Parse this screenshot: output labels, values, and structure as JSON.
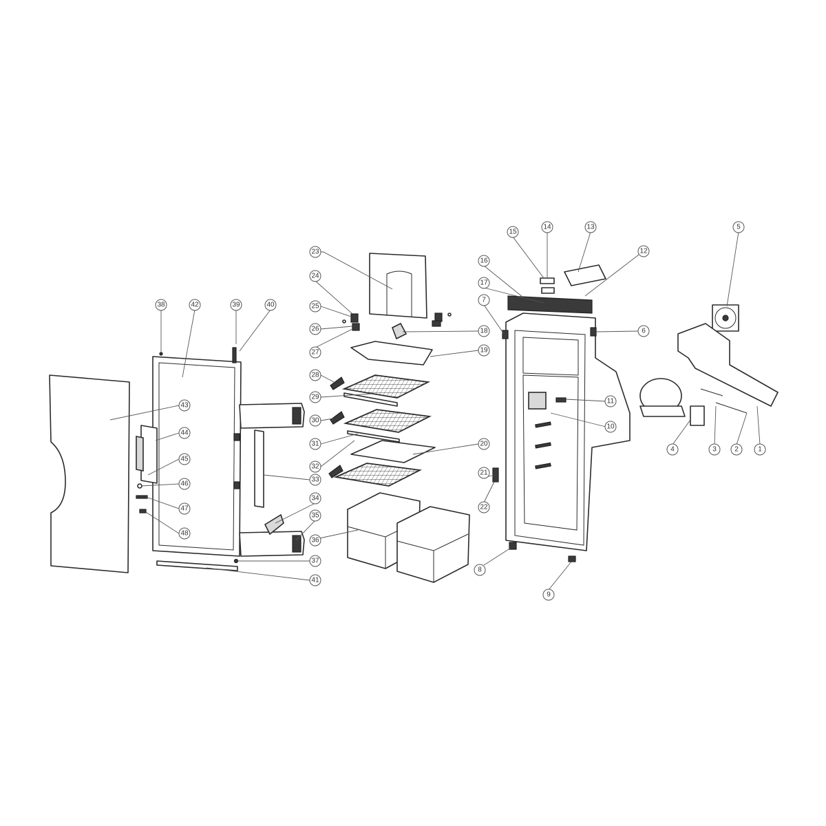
{
  "diagram": {
    "title": "Refrigerator exploded parts view",
    "callouts": [
      "1",
      "2",
      "3",
      "4",
      "5",
      "6",
      "7",
      "8",
      "9",
      "10",
      "11",
      "12",
      "13",
      "14",
      "15",
      "16",
      "17",
      "18",
      "19",
      "20",
      "21",
      "22",
      "23",
      "24",
      "25",
      "26",
      "27",
      "28",
      "29",
      "30",
      "31",
      "32",
      "33",
      "34",
      "35",
      "36",
      "37",
      "38",
      "39",
      "40",
      "41",
      "42",
      "43",
      "44",
      "45",
      "46",
      "47",
      "48"
    ]
  }
}
